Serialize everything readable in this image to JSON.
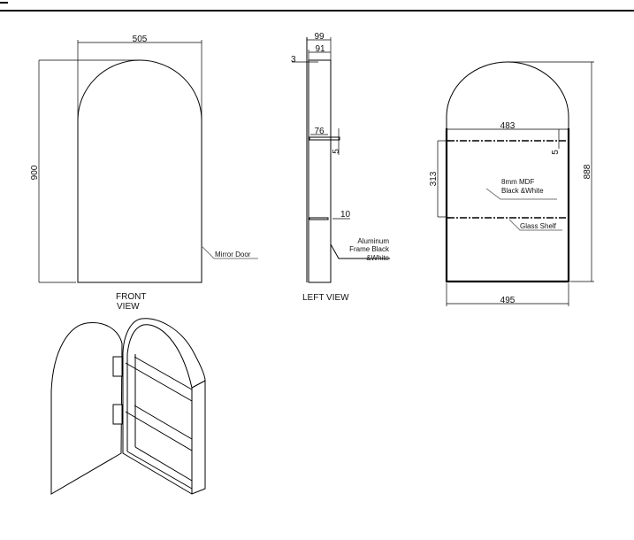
{
  "front_view": {
    "width_dim": "505",
    "height_dim": "900",
    "callout": "Mirror Door",
    "title_line1": "FRONT",
    "title_line2": "VIEW"
  },
  "left_view": {
    "depth_dim": "99",
    "inner_depth_dim": "91",
    "offset_dim": "3",
    "shelf_depth_dim": "76",
    "shelf_thick_dim": "5",
    "glass_dim": "10",
    "callout_line1": "Aluminum",
    "callout_line2": "Frame Black",
    "callout_line3": "&White",
    "title": "LEFT VIEW"
  },
  "back_view": {
    "inner_width_dim": "483",
    "shelf_thick_dim": "5",
    "shelf_gap_dim": "313",
    "height_dim": "888",
    "width_dim": "495",
    "mdf_line1": "8mm MDF",
    "mdf_line2": "Black &White",
    "glass_callout": "Glass Shelf"
  }
}
